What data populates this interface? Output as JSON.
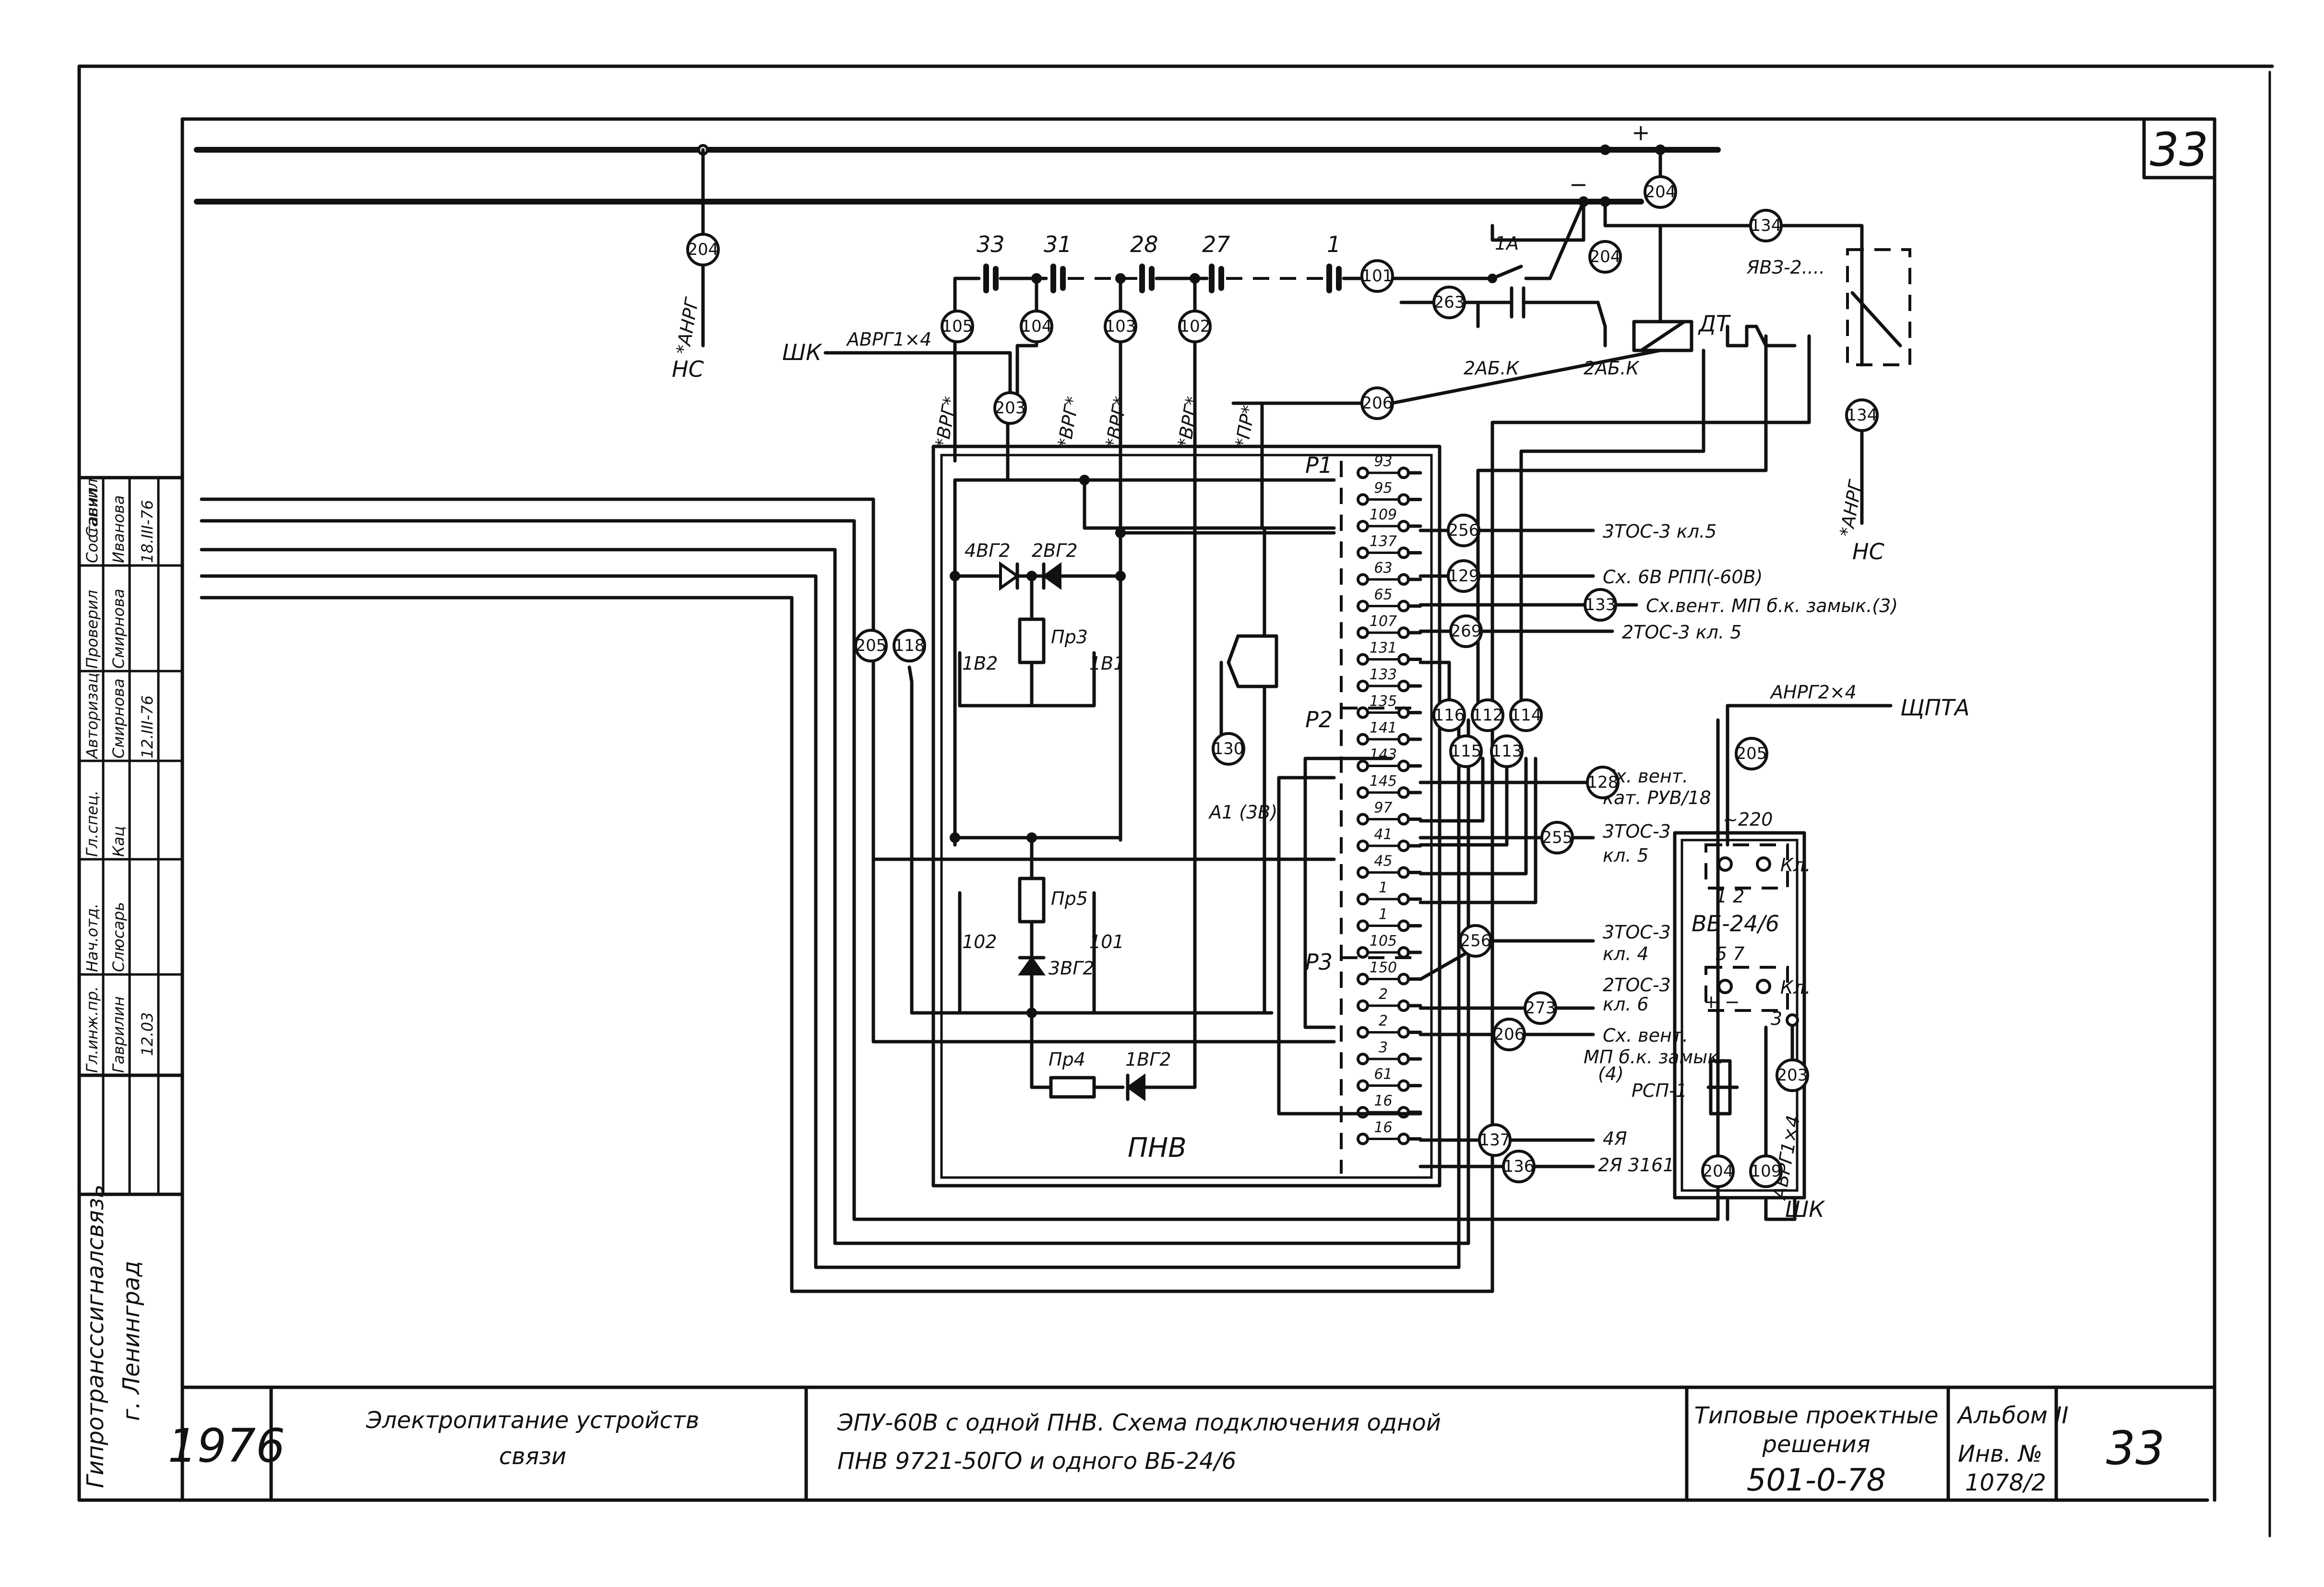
{
  "sheet": {
    "page_number": "33",
    "corner_number": "33"
  },
  "title_block": {
    "year": "1976",
    "subject_line1": "Электропитание устройств",
    "subject_line2": "связи",
    "drawing_title_line1": "ЭПУ-60В с одной ПНВ. Схема подключения одной",
    "drawing_title_line2": "ПНВ 9721-50ГО и одного ВБ-24/6",
    "series_line1": "Типовые проектные",
    "series_line2": "решения",
    "series_number": "501-0-78",
    "album_label": "Альбом II",
    "inv_label": "Инв. №",
    "inv_number": "1078/2",
    "organization_line1": "Гипротрансссигналсвязь",
    "organization_line2": "г. Ленинград"
  },
  "side_stamp": [
    {
      "role": "Гл.инж.пр.",
      "name": "Гаврилин",
      "date": "12.03"
    },
    {
      "role": "Нач.отд.",
      "name": "Слюсарь",
      "date": ""
    },
    {
      "role": "Гл.спец.",
      "name": "Кац",
      "date": ""
    },
    {
      "role": "Авторизац.",
      "name": "Смирнова",
      "date": "12.III-76"
    },
    {
      "role": "Проверил",
      "name": "Смирнова",
      "date": ""
    },
    {
      "role": "Составил",
      "name": "Иванова",
      "date": "18.III-76"
    },
    {
      "role": "Санчил",
      "name": "",
      "date": ""
    }
  ],
  "bus": {
    "plus": "+",
    "minus": "−"
  },
  "labels": {
    "anrg": "*АНРГ",
    "nc_left": "НС",
    "nc_right": "НС",
    "shk_left": "ШК",
    "avrg1x4": "АВРГ1×4",
    "vrg1": "*ВРГ*",
    "vrg2": "*ВРГ*",
    "vrg3": "*ВРГ*",
    "vrg4": "*ВРГ*",
    "pr": "*ПР*",
    "battery_33": "33",
    "battery_31": "31",
    "battery_28": "28",
    "battery_27": "27",
    "battery_1": "1",
    "rel_1a": "1А",
    "dt": "ДТ",
    "yav": "ЯВЗ-2....",
    "rab_k1": "2АБ.К",
    "rab_k2": "2АБ.К",
    "pnv": "ПНВ",
    "d4vg2": "4ВГ2",
    "d2vg2": "2ВГ2",
    "d3vg2": "3ВГ2",
    "d1vg2": "1ВГ2",
    "pr3": "Пр3",
    "pr4": "Пр4",
    "pr5": "Пр5",
    "t1v2": "1В2",
    "t1v1": "1В1",
    "t102": "102",
    "t101": "101",
    "a1": "А1 (3В)",
    "p1": "Р1",
    "p2": "Р2",
    "p3": "Р3",
    "anrg2x4": "АНРГ2×4",
    "shpta": "ЩПТА",
    "vb": "ВБ-24/6",
    "rsp": "РСП-1",
    "shk_right": "ШК",
    "avrg1x4_r": "АВРГ1×4",
    "vb_220": "~220",
    "vb_kl1": "Кл.",
    "vb_kl2": "Кл.",
    "vb_12": "1    2",
    "vb_57": "5    7",
    "vb_pm": "+    −",
    "vb_3": "3"
  },
  "terminals": [
    "93",
    "95",
    "109",
    "137",
    "63",
    "65",
    "107",
    "131",
    "133",
    "135",
    "141",
    "143",
    "145",
    "97",
    "41",
    "45",
    "1",
    "1",
    "105",
    "150",
    "2",
    "2",
    "3",
    "61",
    "16",
    "16"
  ],
  "nodes": [
    "204",
    "105",
    "104",
    "103",
    "102",
    "101",
    "263",
    "204",
    "204",
    "134",
    "134",
    "203",
    "206",
    "205",
    "118",
    "130",
    "256",
    "129",
    "133",
    "269",
    "116",
    "115",
    "112",
    "113",
    "114",
    "128",
    "255",
    "256",
    "273",
    "206",
    "137",
    "136",
    "205",
    "204",
    "109",
    "203"
  ],
  "destinations": {
    "d256": "3ТОС-3 кл.5",
    "d129": "Сх. 6В РПП(-60В)",
    "d133": "Сх.вент. МП б.к. замык.(3)",
    "d269": "2ТОС-3 кл. 5",
    "d128a": "Сх. вент.",
    "d128b": "кат. РУВ/18",
    "d255a": "3ТОС-3",
    "d255b": "кл. 5",
    "d256ba": "3ТОС-3",
    "d256bb": "кл. 4",
    "d273a": "2ТОС-3",
    "d273b": "кл. 6",
    "d206a": "Сх. вент.",
    "d206b": "МП б.к. замык.",
    "d206c": "(4)",
    "d137": "4Я",
    "d136": "2Я 3161"
  }
}
